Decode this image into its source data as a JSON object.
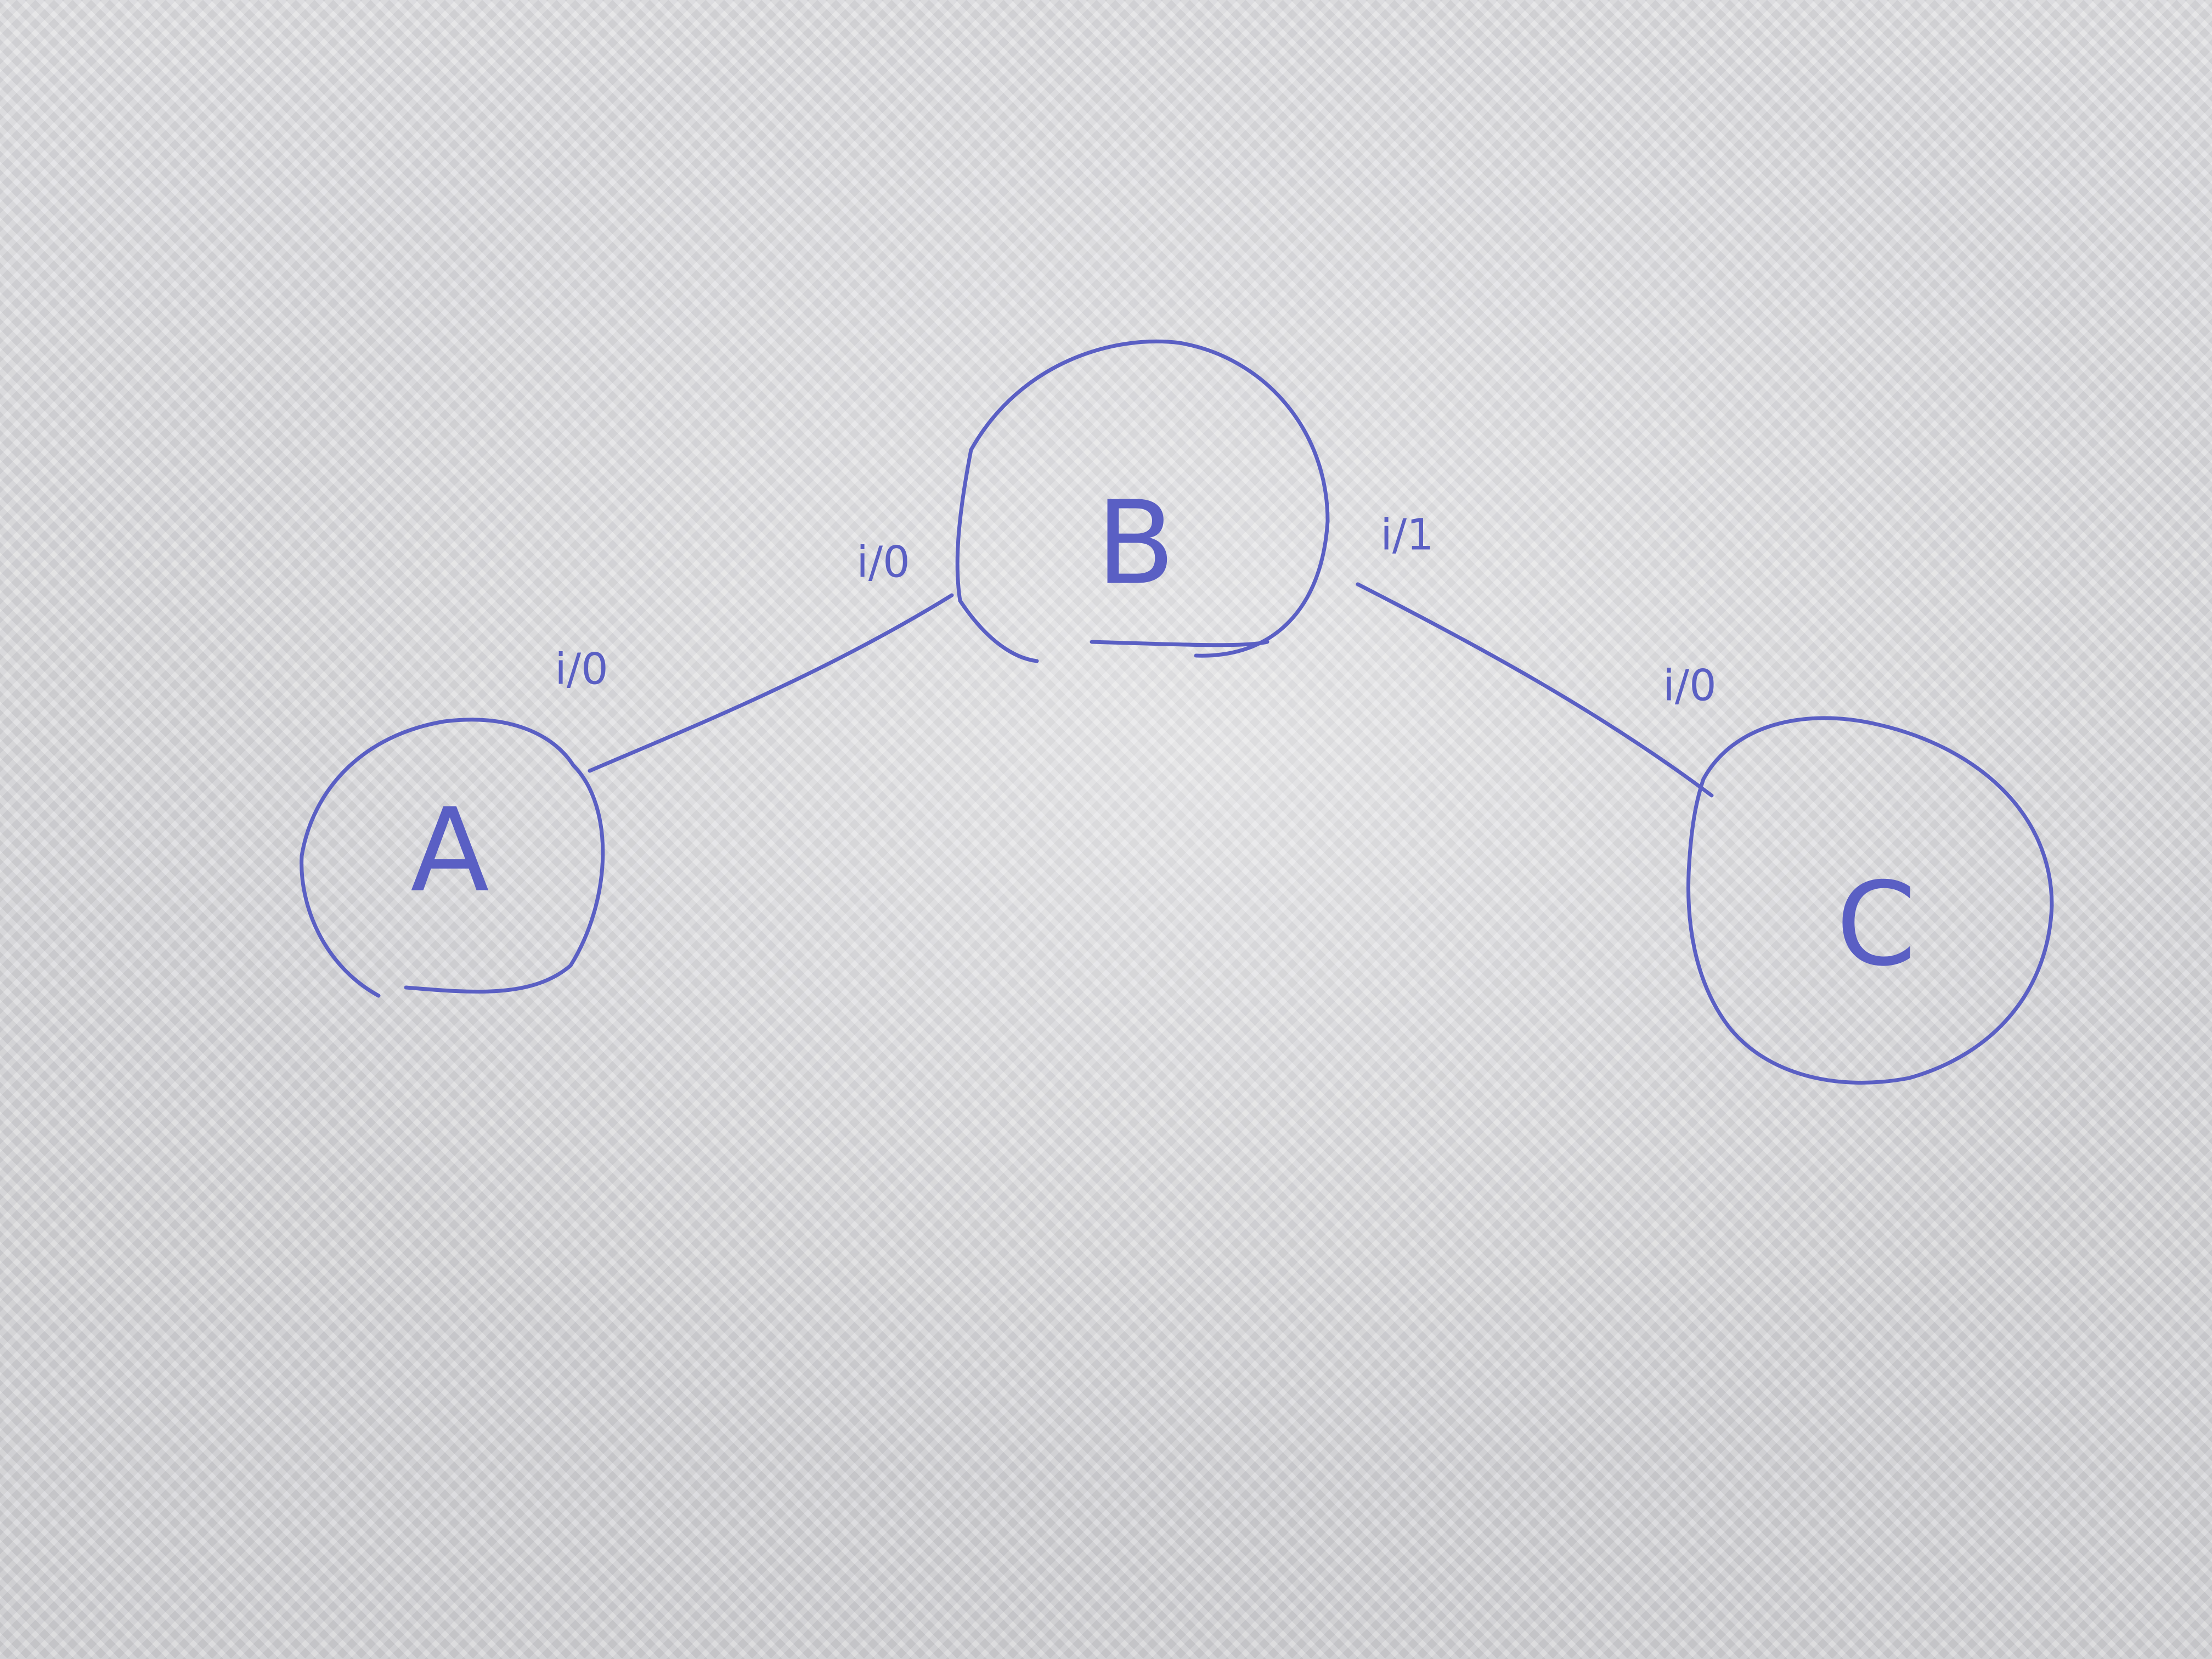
{
  "ink_color": "#5a5fc4",
  "nodes": [
    {
      "id": "A",
      "label": "A"
    },
    {
      "id": "B",
      "label": "B"
    },
    {
      "id": "C",
      "label": "C"
    }
  ],
  "edges": [
    {
      "from": "A",
      "to": "B",
      "from_port": "i/0",
      "to_port": "i/0"
    },
    {
      "from": "B",
      "to": "C",
      "from_port": "i/1",
      "to_port": "i/0"
    }
  ]
}
